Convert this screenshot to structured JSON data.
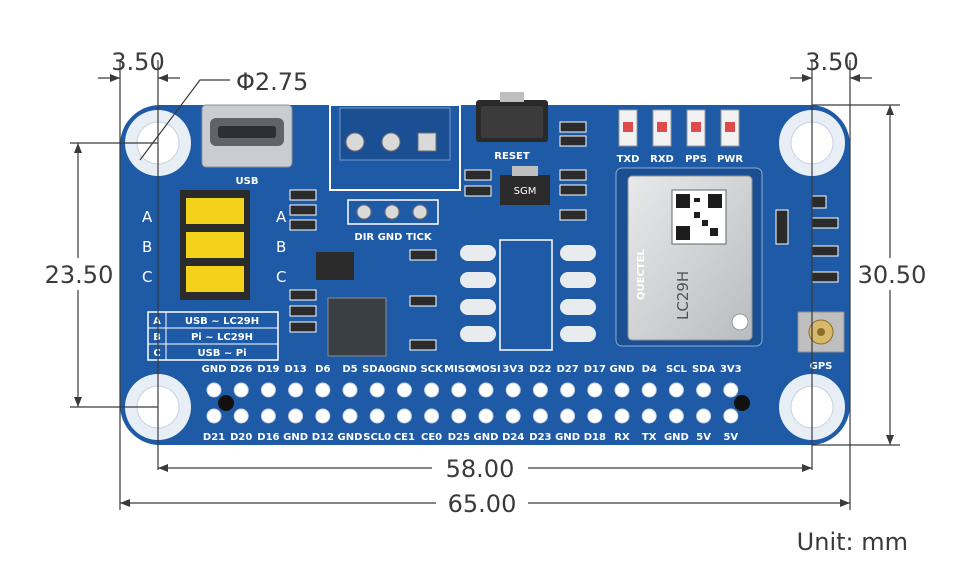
{
  "dimensions": {
    "left_offset": "3.50",
    "right_offset": "3.50",
    "hole_diameter": "Φ2.75",
    "hole_spacing_vertical": "23.50",
    "board_height": "30.50",
    "hole_spacing_horizontal": "58.00",
    "board_width": "65.00"
  },
  "unit_label": "Unit: mm",
  "board": {
    "usb_label": "USB",
    "reset_label": "RESET",
    "leds": [
      "TXD",
      "RXD",
      "PPS",
      "PWR"
    ],
    "dir_gnd_tick": "DIR GND TICK",
    "switch_labels": [
      "A",
      "B",
      "C"
    ],
    "mode_table": [
      {
        "key": "A",
        "value": "USB ~ LC29H"
      },
      {
        "key": "B",
        "value": "Pi ~ LC29H"
      },
      {
        "key": "C",
        "value": "USB ~ Pi"
      }
    ],
    "gps_label": "GPS",
    "module_brand": "QUECTEL",
    "module_model": "LC29H",
    "chip_label": "SGM",
    "top_pins": [
      "GND",
      "D26",
      "D19",
      "D13",
      "D6",
      "D5",
      "SDA0",
      "GND",
      "SCK",
      "MISO",
      "MOSI",
      "3V3",
      "D22",
      "D27",
      "D17",
      "GND",
      "D4",
      "SCL",
      "SDA",
      "3V3"
    ],
    "bottom_pins": [
      "D21",
      "D20",
      "D16",
      "GND",
      "D12",
      "GND",
      "SCL0",
      "CE1",
      "CE0",
      "D25",
      "GND",
      "D24",
      "D23",
      "GND",
      "D18",
      "RX",
      "TX",
      "GND",
      "5V",
      "5V"
    ]
  },
  "colors": {
    "pcb": "#1f5aa6",
    "silkscreen": "#ffffff",
    "dimension_lines": "#3a3a3a",
    "switch_yellow": "#f2d21a"
  }
}
